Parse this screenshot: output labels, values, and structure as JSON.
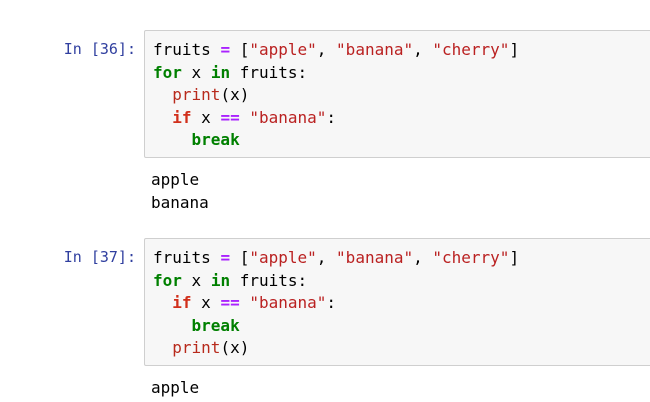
{
  "cells": [
    {
      "prompt": "In [36]:",
      "code": {
        "l1": {
          "a": "fruits ",
          "b": "=",
          "c": " [",
          "d": "\"apple\"",
          "e": ", ",
          "f": "\"banana\"",
          "g": ", ",
          "h": "\"cherry\"",
          "i": "]"
        },
        "l2": {
          "a": "for",
          "b": " x ",
          "c": "in",
          "d": " fruits:"
        },
        "l3": {
          "indent": "  ",
          "a": "print",
          "b": "(x)"
        },
        "l4": {
          "indent": "  ",
          "a": "if",
          "b": " x ",
          "c": "==",
          "d": " ",
          "e": "\"banana\"",
          "f": ":"
        },
        "l5": {
          "indent": "    ",
          "a": "break"
        }
      },
      "output": [
        "apple",
        "banana"
      ]
    },
    {
      "prompt": "In [37]:",
      "code": {
        "l1": {
          "a": "fruits ",
          "b": "=",
          "c": " [",
          "d": "\"apple\"",
          "e": ", ",
          "f": "\"banana\"",
          "g": ", ",
          "h": "\"cherry\"",
          "i": "]"
        },
        "l2": {
          "a": "for",
          "b": " x ",
          "c": "in",
          "d": " fruits:"
        },
        "l3": {
          "indent": "  ",
          "a": "if",
          "b": " x ",
          "c": "==",
          "d": " ",
          "e": "\"banana\"",
          "f": ":"
        },
        "l4": {
          "indent": "    ",
          "a": "break"
        },
        "l5": {
          "indent": "  ",
          "a": "print",
          "b": "(x)"
        }
      },
      "output": [
        "apple"
      ]
    }
  ]
}
